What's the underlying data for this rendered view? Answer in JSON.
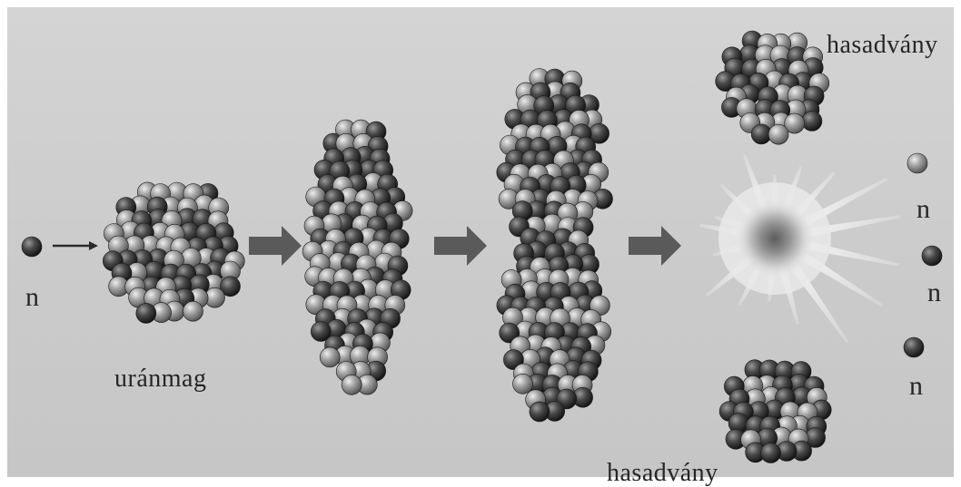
{
  "labels": {
    "neutron_in": "n",
    "nucleus": "uránmag",
    "fragment_top": "hasadvány",
    "fragment_bottom": "hasadvány",
    "neutron_out_1": "n",
    "neutron_out_2": "n",
    "neutron_out_3": "n"
  },
  "colors": {
    "background": "#cccccc",
    "arrow": "#5a5a5a",
    "sphere_dark": "#2a2a2a",
    "sphere_light": "#9a9a9a",
    "text": "#262626"
  }
}
